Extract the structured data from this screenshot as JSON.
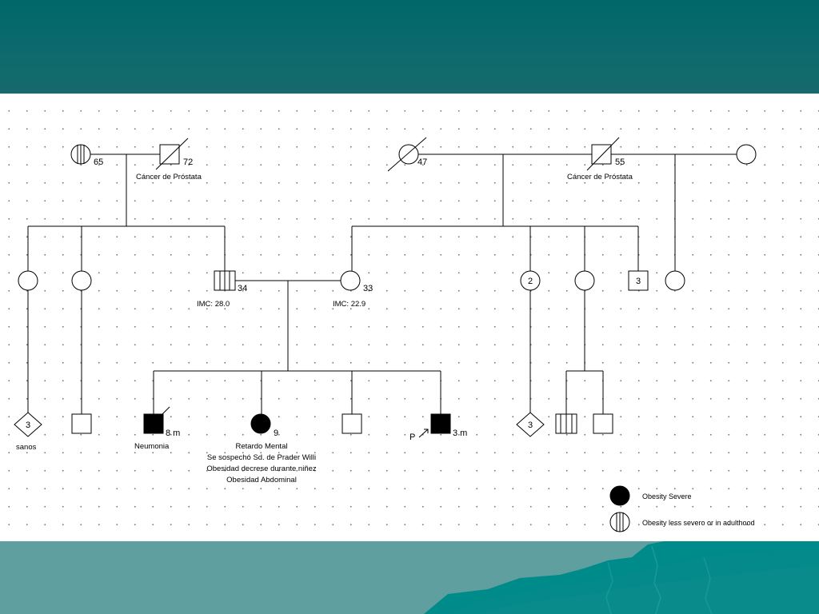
{
  "annotations": {
    "gf_paternal_age": "72",
    "gm_paternal_age": "65",
    "gf_paternal_note": "Cáncer de Próstata",
    "gm_maternal_age": "47",
    "gf_maternal_age": "55",
    "gf_maternal_note": "Cáncer de Próstata",
    "father_age": "34",
    "father_bmi": "IMC: 28.0",
    "mother_age": "33",
    "mother_bmi": "IMC: 22.9",
    "aunt_count": "2",
    "uncle_count": "3",
    "cousins_left_count": "3",
    "cousins_left_note": "sanos",
    "cousins_right_count": "3",
    "sib1_age": "8 m",
    "sib1_note": "Neumonia",
    "sib2_age": "9",
    "sib2_notes": [
      "Retardo Mental",
      "Se sospechó Sd. de Prader Willi",
      "Obesidad decrese durante niñez",
      "Obesidad Abdominal"
    ],
    "proband_marker": "P",
    "proband_age": "3 m"
  },
  "legend": {
    "severe": "Obesity Severe",
    "less_severe": "Obesity less severo or in adulthood"
  },
  "colors": {
    "banner": "#00676a",
    "band": "#5f9f9f",
    "mountain": "#008b8b",
    "affected": "#000000"
  }
}
